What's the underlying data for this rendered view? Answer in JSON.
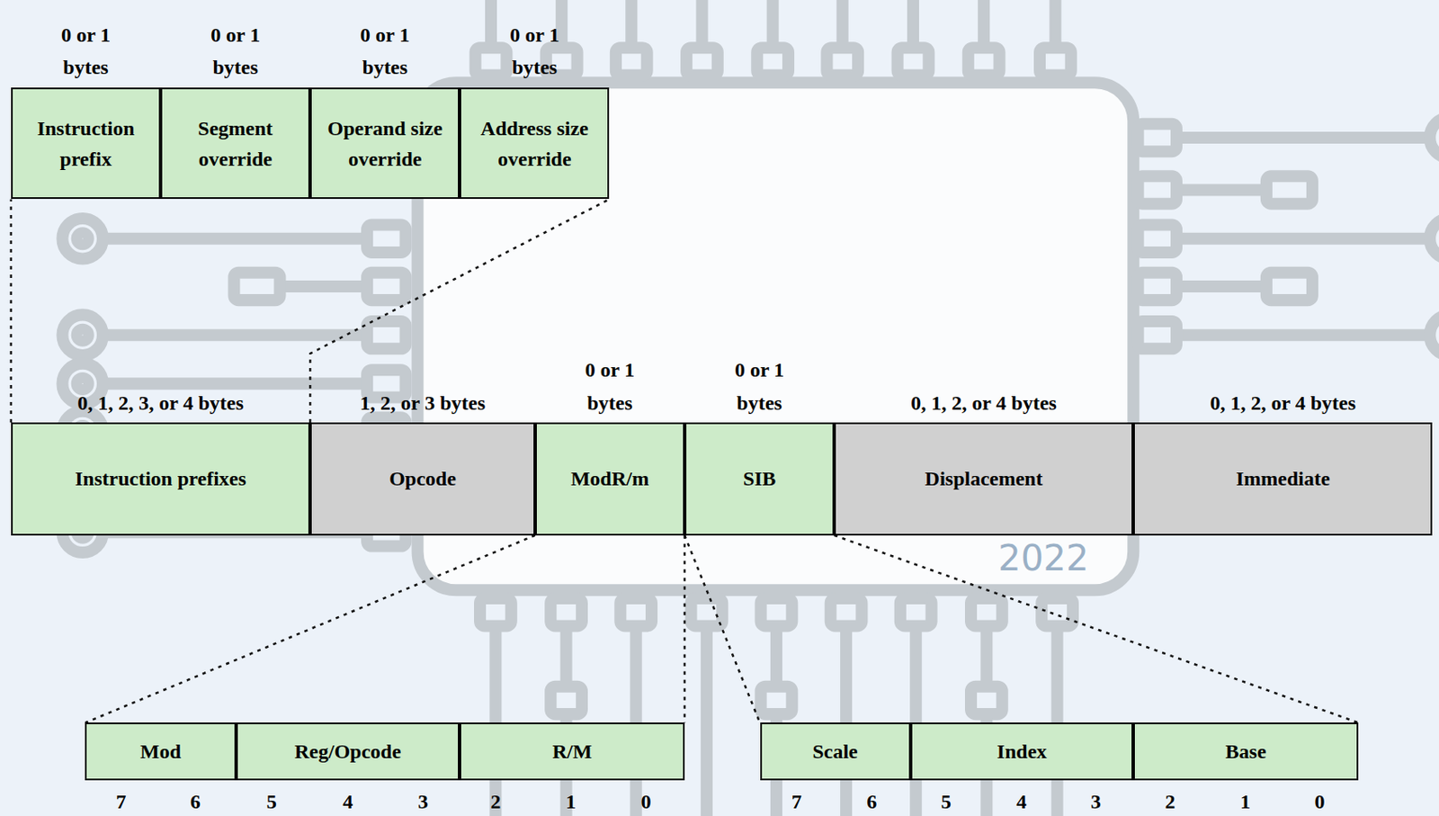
{
  "diagram": {
    "nodes": [
      {
        "text": [
          "0 or 1 bytes",
          "Instruction prefix"
        ]
      },
      {
        "text": [
          "0 or 1 bytes",
          "Segment override"
        ]
      },
      {
        "text": [
          "0 or 1 bytes",
          "Operand size override"
        ]
      },
      {
        "text": [
          "0 or 1 bytes",
          "Address size override"
        ]
      },
      {
        "text": [
          "0, 1, 2, 3, or 4 bytes",
          "Instruction prefixes"
        ]
      },
      {
        "text": [
          "1, 2, or 3 bytes",
          "Opcode"
        ]
      },
      {
        "text": [
          "0 or 1 bytes",
          "ModR/m"
        ]
      },
      {
        "text": [
          "0 or 1 bytes",
          "SIB"
        ]
      },
      {
        "text": [
          "0, 1, 2, or 4 bytes",
          "Displacement"
        ]
      },
      {
        "text": [
          "0, 1, 2, or 4 bytes",
          "Immediate"
        ]
      },
      {
        "text": [
          "Mod"
        ]
      },
      {
        "text": [
          "Reg/Opcode"
        ]
      },
      {
        "text": [
          "R/M"
        ]
      },
      {
        "text": [
          "Scale"
        ]
      },
      {
        "text": [
          "Index"
        ]
      },
      {
        "text": [
          "Base"
        ]
      }
    ],
    "edges": [
      {
        "from": 4,
        "to": 0,
        "arrow": "none"
      },
      {
        "from": 4,
        "to": 3,
        "arrow": "none"
      },
      {
        "from": 6,
        "to": 10,
        "arrow": "none"
      },
      {
        "from": 6,
        "to": 12,
        "arrow": "none"
      },
      {
        "from": 7,
        "to": 13,
        "arrow": "none"
      },
      {
        "from": 7,
        "to": 15,
        "arrow": "none"
      }
    ],
    "labels": [
      "7",
      "6",
      "5",
      "4",
      "3",
      "2",
      "1",
      "0",
      "7",
      "6",
      "5",
      "4",
      "3",
      "2",
      "1",
      "0",
      "2022"
    ]
  }
}
